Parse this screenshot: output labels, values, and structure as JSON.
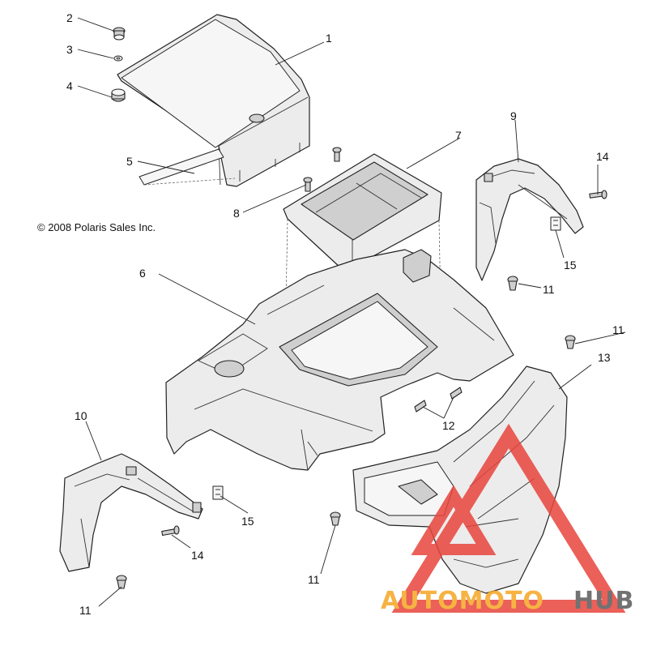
{
  "copyright": "© 2008 Polaris Sales Inc.",
  "callouts": [
    "1",
    "2",
    "3",
    "4",
    "5",
    "6",
    "7",
    "8",
    "9",
    "10",
    "11",
    "11",
    "11",
    "11",
    "12",
    "13",
    "14",
    "14",
    "15",
    "15"
  ],
  "watermark": {
    "brand_part1": "AUTOMOTO",
    "brand_part2": "HUB",
    "color_orange": "#f5a623",
    "color_gray": "#5a5a5a",
    "color_red": "#e8453c"
  }
}
